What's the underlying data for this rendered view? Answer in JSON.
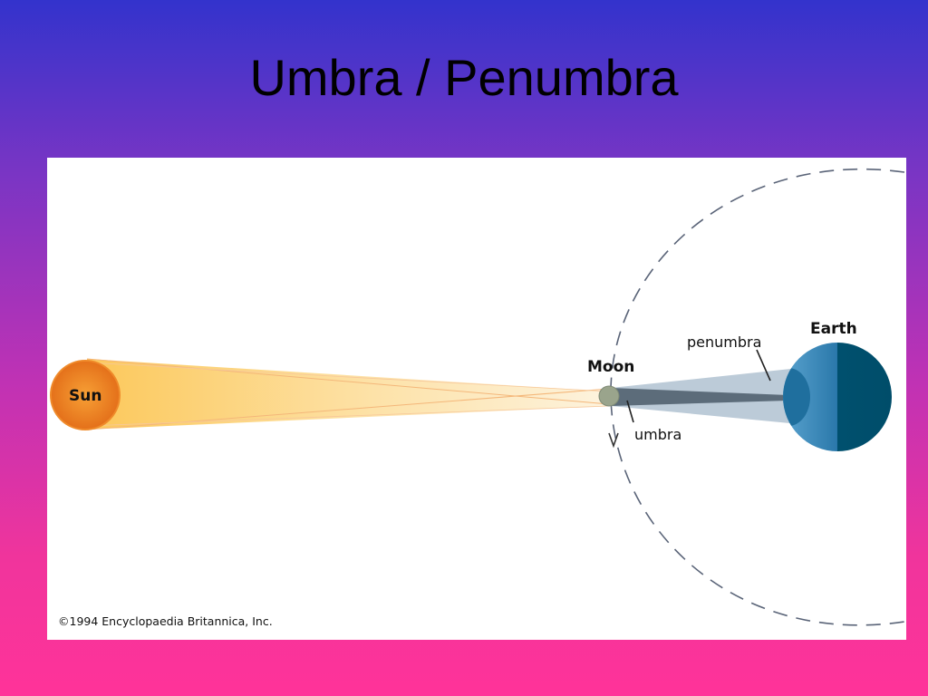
{
  "slide": {
    "title": "Umbra / Penumbra"
  },
  "diagram": {
    "labels": {
      "sun": "Sun",
      "moon": "Moon",
      "earth": "Earth",
      "penumbra": "penumbra",
      "umbra": "umbra"
    },
    "copyright": "©1994 Encyclopaedia Britannica, Inc."
  },
  "colors": {
    "sun": "#f08a1c",
    "sun_rays": "#fcd27a",
    "earth_light": "#2f7fb0",
    "earth_dark": "#00506e",
    "penumbra": "#b7c8d6",
    "umbra": "#5f6f7c",
    "moon": "#9aa48c"
  }
}
